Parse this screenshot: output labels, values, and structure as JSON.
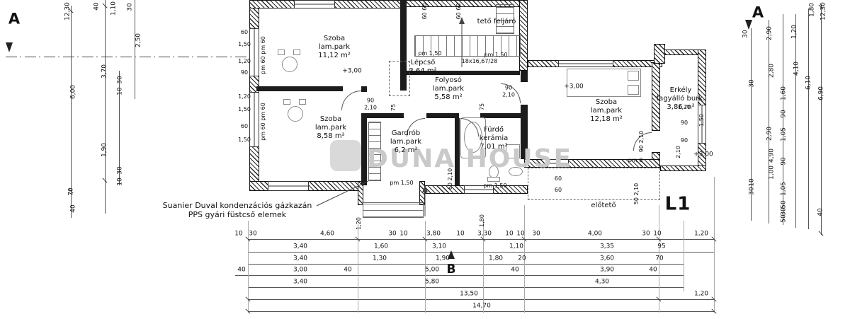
{
  "markers": {
    "a_left": "A",
    "a_right": "A",
    "b": "B",
    "sheet": "L1"
  },
  "watermark": {
    "text": "DUNA HOUSE"
  },
  "notes": {
    "boiler": "Suanier Duval kondenzációs gázkazán\nPPS gyári füstcső elemek",
    "teto_feljaro": "tető feljáró",
    "eloteto": "előtető",
    "stair_spec": "18x16,67/28"
  },
  "levels": {
    "a": "+3,00",
    "b": "+3,00",
    "c": "+3,00"
  },
  "rooms": [
    {
      "name": "Szoba",
      "finish": "lam.park",
      "area": "11,12 m²"
    },
    {
      "name": "Szoba",
      "finish": "lam.park",
      "area": "8,58 m²"
    },
    {
      "name": "Lépcső",
      "finish": "",
      "area": "3,64 m²"
    },
    {
      "name": "Folyosó",
      "finish": "lam.park",
      "area": "5,58 m²"
    },
    {
      "name": "Gardrób",
      "finish": "lam.park",
      "area": "6,2 m²"
    },
    {
      "name": "Fürdő",
      "finish": "kerámia",
      "area": "7,01 m²"
    },
    {
      "name": "Szoba",
      "finish": "lam.park",
      "area": "12,18 m²"
    },
    {
      "name": "Erkély",
      "finish": "fagyálló burk.",
      "area": "3,86 m²"
    }
  ],
  "openings": {
    "pm60_left_top": "pm 60  pm 60",
    "pm60_left_mid": "pm 60  pm 60",
    "top60a": "60  60",
    "top60b": "60  60",
    "pm150_stair": "pm 1,50",
    "pm150_stair2": "pm 1,50",
    "door1": "90\n2,10",
    "door1s": "75",
    "door2": "90\n2,10",
    "door2s": "75",
    "door3": "90  2,10",
    "door4": "60  2,10",
    "door5": "50  2,10",
    "pm150_entry": "pm 1,50",
    "pm150_entry2": "pm 1,50",
    "pm0": "pm 0",
    "w60a": "60",
    "w60b": "60",
    "balc": [
      "1,20",
      "90",
      "1,50",
      "2,10",
      "90"
    ]
  },
  "dims": {
    "inner_left": [
      "60",
      "1,50",
      "1,20",
      "90",
      "1,20",
      "1,50",
      "60",
      "1,50"
    ],
    "left": [
      "12,30",
      "6,00",
      "70",
      "40",
      "40",
      "3,70",
      "1,90",
      "1,10",
      "30",
      "2,50",
      "30",
      "10",
      "30",
      "10"
    ],
    "right": [
      "30",
      "2,90",
      "1,20",
      "1,80",
      "12,30",
      "2,80",
      "4,10",
      "30",
      "1,60",
      "6,10",
      "6,90",
      "90",
      "2,90",
      "1,05",
      "4,90",
      "90",
      "1,00",
      "1,05",
      "10",
      "30",
      "50",
      "30",
      "50",
      "40"
    ],
    "bottom1": [
      "10",
      "30",
      "4,60",
      "30",
      "10",
      "3,80",
      "10",
      "3,30",
      "10",
      "10",
      "30",
      "4,00",
      "30",
      "10",
      "1,20"
    ],
    "bottom2": [
      "3,40",
      "1,60",
      "3,10",
      "1,10",
      "3,35",
      "95"
    ],
    "bottom3": [
      "3,40",
      "1,30",
      "1,90",
      "1,80",
      "20",
      "3,60",
      "70"
    ],
    "bottom4": [
      "40",
      "3,00",
      "40",
      "5,00",
      "40",
      "3,90",
      "40"
    ],
    "bottom5": [
      "3,40",
      "5,80",
      "4,30"
    ],
    "bottom6": [
      "13,50",
      "1,20"
    ],
    "bottom7": [
      "14,70"
    ],
    "misc": [
      "1,20",
      "1,80"
    ]
  }
}
